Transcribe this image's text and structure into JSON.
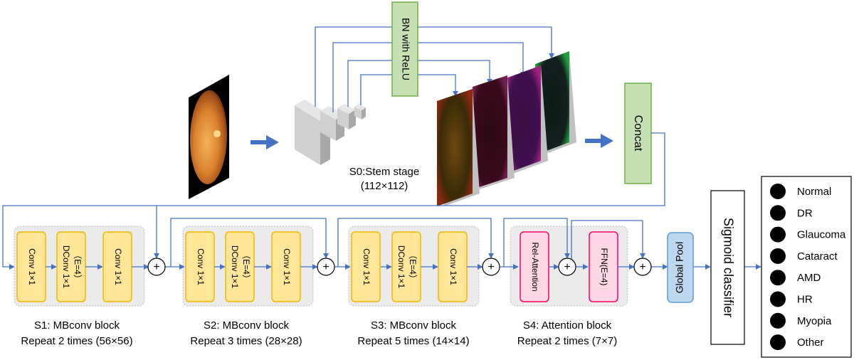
{
  "stem": {
    "bn_label": "BN with ReLU",
    "concat_label": "Concat",
    "stage_title": "S0:Stem stage",
    "stage_size": "(112×112)"
  },
  "stages": [
    {
      "title": "S1: MBconv block",
      "repeat": "Repeat 2 times (56×56)",
      "blocks": [
        {
          "lines": [
            "Conv 1×1"
          ]
        },
        {
          "lines": [
            "DConv 1×1",
            "（E=4）"
          ]
        },
        {
          "lines": [
            "Conv 1×1"
          ]
        }
      ]
    },
    {
      "title": "S2: MBconv block",
      "repeat": "Repeat 3 times (28×28)",
      "blocks": [
        {
          "lines": [
            "Conv 1×1"
          ]
        },
        {
          "lines": [
            "DConv 1×1",
            "（E=4）"
          ]
        },
        {
          "lines": [
            "Conv 1×1"
          ]
        }
      ]
    },
    {
      "title": "S3: MBconv block",
      "repeat": "Repeat 5 times (14×14)",
      "blocks": [
        {
          "lines": [
            "Conv 1×1"
          ]
        },
        {
          "lines": [
            "DConv 1×1",
            "（E=4）"
          ]
        },
        {
          "lines": [
            "Conv 1×1"
          ]
        }
      ]
    },
    {
      "title": "S4: Attention block",
      "repeat": "Repeat 2 times (7×7)",
      "blocks": [
        {
          "lines": [
            "Rel-Attention"
          ]
        },
        {
          "lines": [
            "FFN(E=4)"
          ]
        }
      ]
    }
  ],
  "add_symbol": "+",
  "global_pool": "Global Pool",
  "classifier": "Sigmoid classifier",
  "outputs": [
    "Normal",
    "DR",
    "Glaucoma",
    "Cataract",
    "AMD",
    "HR",
    "Myopia",
    "Other"
  ],
  "colors": {
    "arrow": "#4472c4",
    "block_fill": "#ffe699",
    "block_stroke": "#f2b800",
    "attn_fill": "#ffd6e6",
    "attn_stroke": "#ff0066",
    "bn_fill": "#c5e0b3",
    "bn_stroke": "#70ad47",
    "pool_fill": "#bdd7ee",
    "pool_stroke": "#5b9bd5",
    "stage_bg": "#ebebeb"
  }
}
